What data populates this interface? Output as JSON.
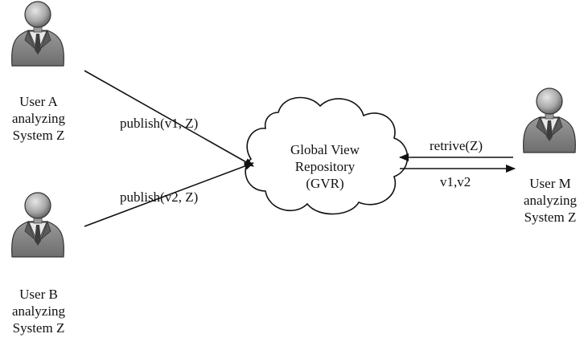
{
  "users": [
    {
      "name": "User A",
      "role": "analyzing",
      "system": "System Z",
      "icon": "user-icon"
    },
    {
      "name": "User B",
      "role": "analyzing",
      "system": "System Z",
      "icon": "user-icon"
    },
    {
      "name": "User M",
      "role": "analyzing",
      "system": "System Z",
      "icon": "user-icon"
    }
  ],
  "repository": {
    "line1": "Global View",
    "line2": "Repository",
    "line3": "(GVR)",
    "icon": "cloud-icon"
  },
  "edges": {
    "publish_a": "publish(v1, Z)",
    "publish_b": "publish(v2, Z)",
    "retrieve": "retrive(Z)",
    "response": "v1,v2"
  },
  "colors": {
    "line": "#111111",
    "figure_dark": "#4a4a4a",
    "figure_light": "#c9c9c9"
  }
}
